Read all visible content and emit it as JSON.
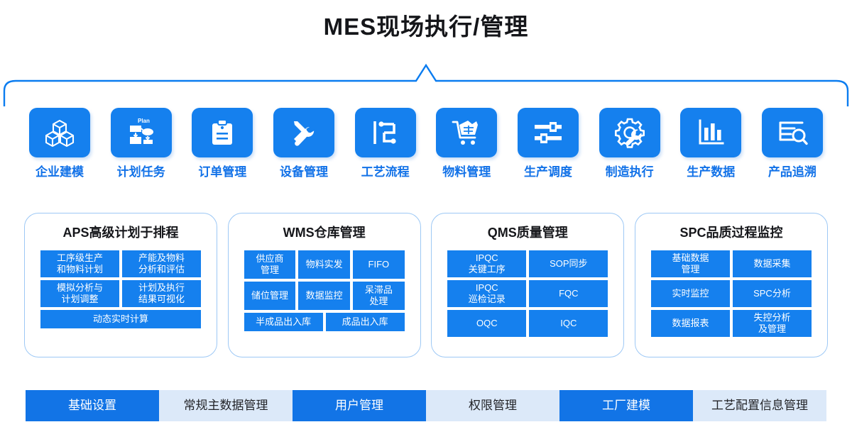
{
  "header": {
    "title": "MES现场执行/管理",
    "accent_blue": "#1580ee",
    "dark_blue": "#1274e6",
    "light_blue": "#dce9f9",
    "bracket_color": "#0a7cf0"
  },
  "icon_row": [
    {
      "label": "企业建模",
      "icon": "cubes-icon"
    },
    {
      "label": "计划任务",
      "icon": "plan-flowchart-icon"
    },
    {
      "label": "订单管理",
      "icon": "clipboard-icon"
    },
    {
      "label": "设备管理",
      "icon": "wrench-screwdriver-icon"
    },
    {
      "label": "工艺流程",
      "icon": "process-flow-icon"
    },
    {
      "label": "物料管理",
      "icon": "shopping-cart-icon"
    },
    {
      "label": "生产调度",
      "icon": "sliders-icon"
    },
    {
      "label": "制造执行",
      "icon": "gear-wrench-icon"
    },
    {
      "label": "生产数据",
      "icon": "bar-chart-icon"
    },
    {
      "label": "产品追溯",
      "icon": "document-search-icon"
    }
  ],
  "icon_row_extra": {
    "plan_text": "Plan"
  },
  "cards": [
    {
      "title": "APS高级计划于排程",
      "rows": [
        [
          "工序级生产\n和物料计划",
          "产能及物料\n分析和评估"
        ],
        [
          "模拟分析与\n计划调整",
          "计划及执行\n结果可视化"
        ],
        [
          "动态实时计算"
        ]
      ]
    },
    {
      "title": "WMS仓库管理",
      "rows": [
        [
          "供应商\n管理",
          "物料实发",
          "FIFO"
        ],
        [
          "储位管理",
          "数据监控",
          "呆滞品\n处理"
        ],
        [
          "半成品出入库",
          "成品出入库"
        ]
      ]
    },
    {
      "title": "QMS质量管理",
      "rows": [
        [
          "IPQC\n关键工序",
          "SOP同步"
        ],
        [
          "IPQC\n巡检记录",
          "FQC"
        ],
        [
          "OQC",
          "IQC"
        ]
      ]
    },
    {
      "title": "SPC品质过程监控",
      "rows": [
        [
          "基础数据\n管理",
          "数据采集"
        ],
        [
          "实时监控",
          "SPC分析"
        ],
        [
          "数据报表",
          "失控分析\n及管理"
        ]
      ]
    }
  ],
  "bottom_bar": [
    {
      "label": "基础设置",
      "style": "dark"
    },
    {
      "label": "常规主数据管理",
      "style": "light"
    },
    {
      "label": "用户管理",
      "style": "dark"
    },
    {
      "label": "权限管理",
      "style": "light"
    },
    {
      "label": "工厂建模",
      "style": "dark"
    },
    {
      "label": "工艺配置信息管理",
      "style": "light"
    }
  ]
}
